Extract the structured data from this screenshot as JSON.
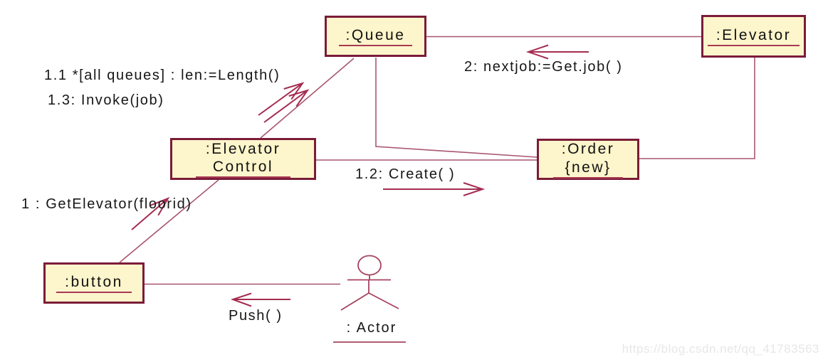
{
  "colors": {
    "box_border": "#7b1c38",
    "box_fill": "#fdf5cb",
    "underline": "#a83a55",
    "link": "#a8566f",
    "arrow": "#a52c50",
    "actor": "#a6435f",
    "watermark": "#e7e7ea"
  },
  "nodes": {
    "queue": {
      "label": ":Queue"
    },
    "elevator": {
      "label": ":Elevator"
    },
    "elevator_control": {
      "line1": ":Elevator",
      "line2": "Control"
    },
    "order": {
      "line1": ":Order",
      "line2": "{new}"
    },
    "button": {
      "label": ":button"
    },
    "actor": {
      "label": ": Actor"
    }
  },
  "messages": {
    "m1_1": "1.1 *[all queues] : len:=Length()",
    "m1_3": "1.3: Invoke(job)",
    "m2": "2: nextjob:=Get.job( )",
    "m1_2": "1.2: Create( )",
    "m1": "1 : GetElevator(floorid)",
    "push": "Push( )"
  },
  "watermark": "https://blog.csdn.net/qq_41783563"
}
